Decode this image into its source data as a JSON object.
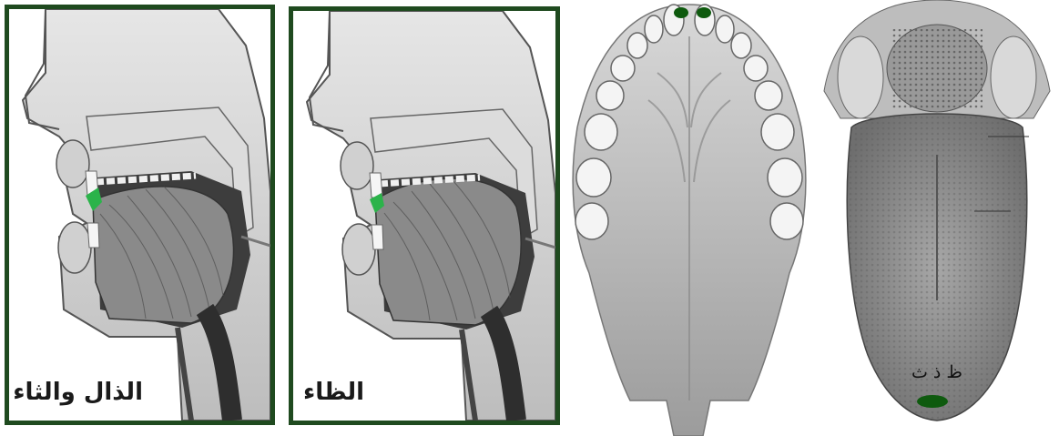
{
  "panels": {
    "dhal_thaa": {
      "caption": "الذال والثاء"
    },
    "zaa": {
      "caption": "الظاء"
    }
  },
  "tongue": {
    "letters": "ظ ذ ث"
  },
  "colors": {
    "frame": "#1f4a1f",
    "highlight_green": "#2bb34a",
    "marker_dark_green": "#0e5a0e",
    "tissue_gray": "#c9c9c9"
  }
}
